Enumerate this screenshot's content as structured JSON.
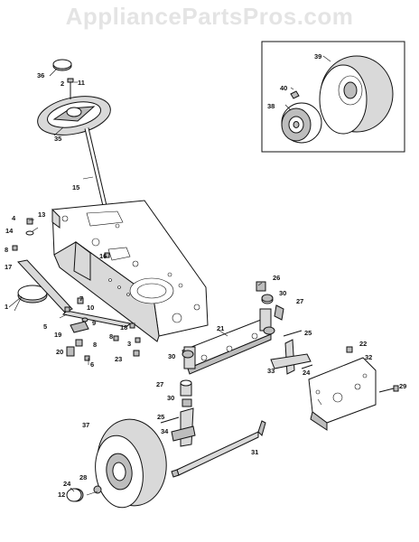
{
  "watermark": "AppliancePartsPros.com",
  "callouts": {
    "c1": "1",
    "c2": "2",
    "c3": "3",
    "c4": "4",
    "c5": "5",
    "c6": "6",
    "c7": "7",
    "c8a": "8",
    "c8b": "8",
    "c8c": "8",
    "c9": "9",
    "c10": "10",
    "c11": "11",
    "c12": "12",
    "c13": "13",
    "c14": "14",
    "c15": "15",
    "c16": "16",
    "c17": "17",
    "c18": "18",
    "c19": "19",
    "c20": "20",
    "c21": "21",
    "c22": "22",
    "c23": "23",
    "c24a": "24",
    "c24b": "24",
    "c25a": "25",
    "c25b": "25",
    "c26": "26",
    "c27a": "27",
    "c27b": "27",
    "c28": "28",
    "c29": "29",
    "c30a": "30",
    "c30b": "30",
    "c30c": "30",
    "c31": "31",
    "c32": "32",
    "c33": "33",
    "c34": "34",
    "c35": "35",
    "c36": "36",
    "c37": "37",
    "c38": "38",
    "c39": "39",
    "c40": "40"
  }
}
